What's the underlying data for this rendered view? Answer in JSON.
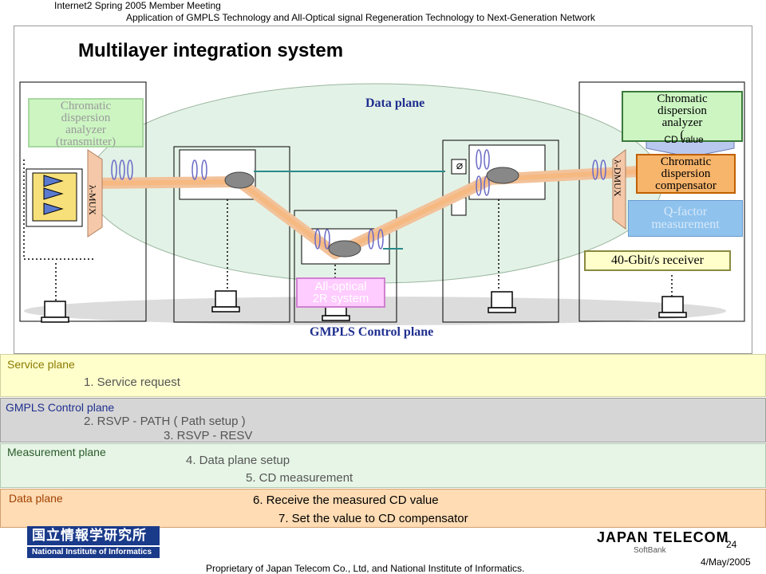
{
  "header": {
    "meeting": "Internet2 Spring 2005 Member Meeting",
    "subtitle": "Application of GMPLS Technology and All-Optical signal Regeneration Technology to Next-Generation Network"
  },
  "slide_title": "Multilayer integration system",
  "diagram": {
    "data_plane_label": "Data plane",
    "control_plane_label": "GMPLS Control plane",
    "tx_analyzer": [
      "Chromatic",
      "dispersion",
      "analyzer",
      "(transmitter)"
    ],
    "tx_mux": "λ-MUX",
    "rx_demux": "λ-DMUX",
    "rx_analyzer": [
      "Chromatic",
      "dispersion",
      "analyzer",
      "("
    ],
    "cd_value": "CD value",
    "compensator": [
      "Chromatic",
      "dispersion",
      "compensator"
    ],
    "qfactor": [
      "Q-factor",
      "measurement"
    ],
    "receiver": "40-Gbit/s receiver",
    "regen": [
      "All-optical",
      "2R system"
    ],
    "phase_symbol": "⌀"
  },
  "planes": {
    "service": {
      "title": "Service plane",
      "steps": [
        "1. Service request"
      ]
    },
    "gmpls": {
      "title": "GMPLS Control plane",
      "steps": [
        "2. RSVP - PATH ( Path setup )",
        "3. RSVP - RESV"
      ]
    },
    "measurement": {
      "title": "Measurement plane",
      "steps": [
        "4. Data plane setup",
        "5. CD measurement"
      ]
    },
    "data": {
      "title": "Data plane",
      "steps": [
        "6. Receive the measured CD value",
        "7. Set the value to CD compensator"
      ]
    }
  },
  "footer": {
    "page_number": "24",
    "proprietary": "Proprietary of Japan Telecom Co., Ltd, and National Institute of Informatics.",
    "date": "4/May/2005",
    "nii_logo_jp": "国立情報学研究所",
    "nii_logo_en": "National Institute of Informatics",
    "jt_logo": "JAPAN TELECOM",
    "softbank": "SoftBank"
  },
  "colors": {
    "data_plane_fill": "#e3f2e6",
    "analyzer_green": "#ccf5c2",
    "compensator_orange": "#f7b46b",
    "qfactor_blue": "#8fc3ee",
    "receiver_yellow": "#ffffcc",
    "regen_pink": "#ffccff",
    "service_plane": "#ffffcc",
    "gmpls_plane": "#d6d6d6",
    "measurement_plane": "#e6f5e6",
    "data_plane_band": "#ffdcb4",
    "lightpath": "#f6b77a"
  }
}
